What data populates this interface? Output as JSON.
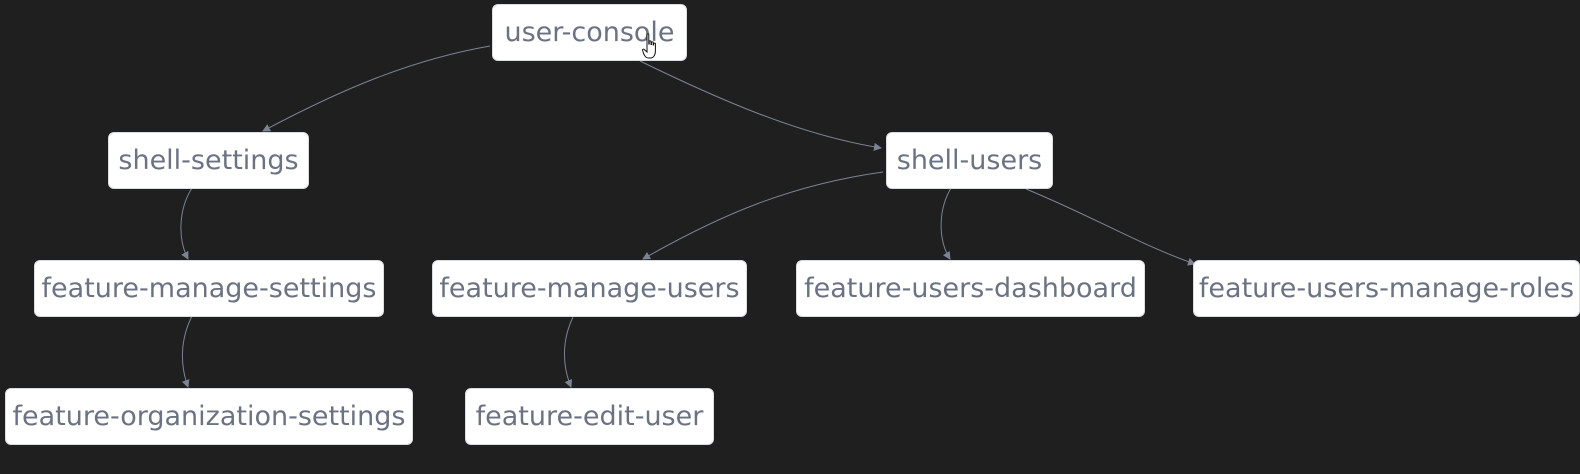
{
  "graph": {
    "nodes": [
      {
        "id": "user-console",
        "label": "user-console"
      },
      {
        "id": "shell-settings",
        "label": "shell-settings"
      },
      {
        "id": "shell-users",
        "label": "shell-users"
      },
      {
        "id": "feature-manage-settings",
        "label": "feature-manage-settings"
      },
      {
        "id": "feature-manage-users",
        "label": "feature-manage-users"
      },
      {
        "id": "feature-users-dashboard",
        "label": "feature-users-dashboard"
      },
      {
        "id": "feature-users-manage-roles",
        "label": "feature-users-manage-roles"
      },
      {
        "id": "feature-organization-settings",
        "label": "feature-organization-settings"
      },
      {
        "id": "feature-edit-user",
        "label": "feature-edit-user"
      }
    ],
    "edges": [
      {
        "from": "user-console",
        "to": "shell-settings"
      },
      {
        "from": "user-console",
        "to": "shell-users"
      },
      {
        "from": "shell-settings",
        "to": "feature-manage-settings"
      },
      {
        "from": "feature-manage-settings",
        "to": "feature-organization-settings"
      },
      {
        "from": "shell-users",
        "to": "feature-manage-users"
      },
      {
        "from": "shell-users",
        "to": "feature-users-dashboard"
      },
      {
        "from": "shell-users",
        "to": "feature-users-manage-roles"
      },
      {
        "from": "feature-manage-users",
        "to": "feature-edit-user"
      }
    ]
  },
  "colors": {
    "background": "#1f1f1f",
    "node_fill": "#ffffff",
    "node_text": "#6b7383",
    "edge": "#7b8494"
  },
  "cursor": {
    "icon": "hand-pointer-icon",
    "hovering": "user-console"
  }
}
